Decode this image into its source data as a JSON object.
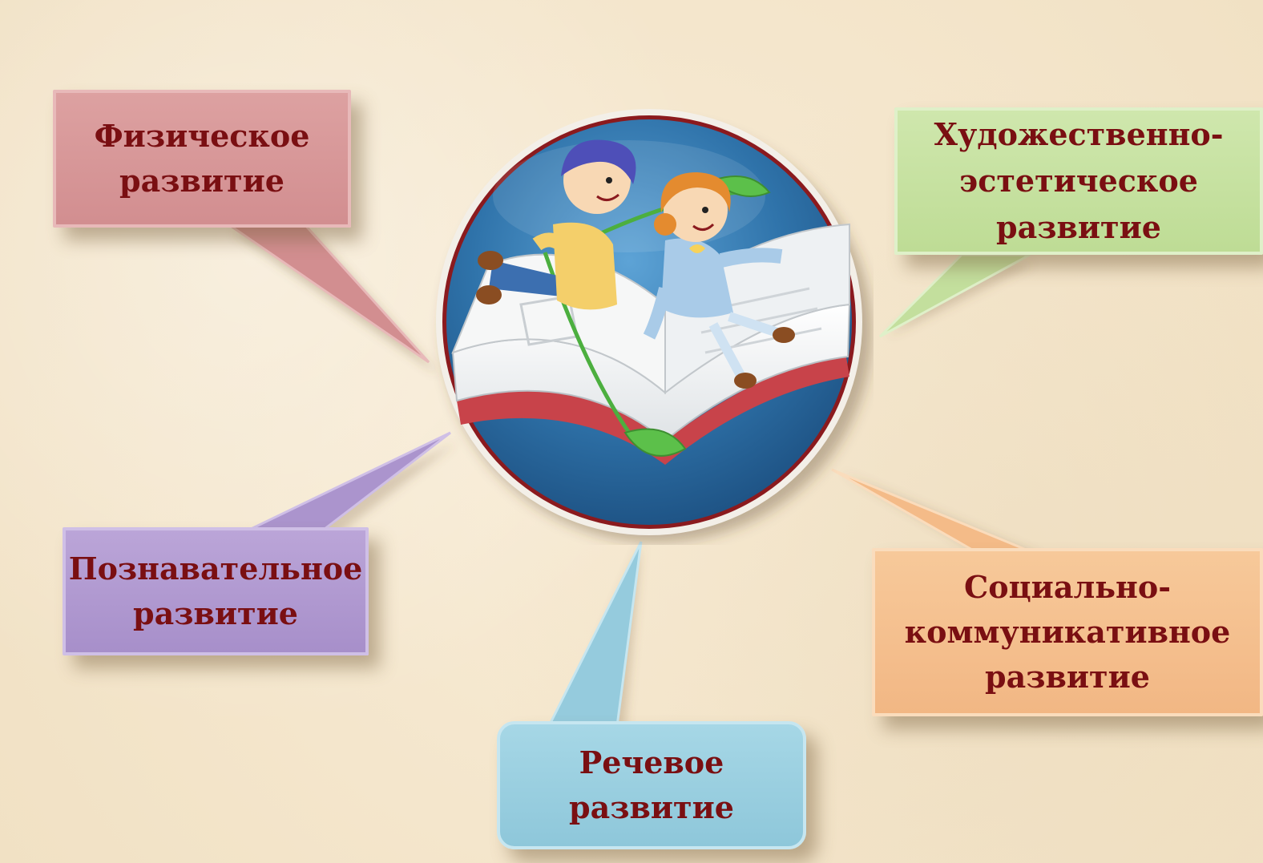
{
  "diagram": {
    "center": {
      "icon": "children-on-book-illustration"
    },
    "areas": [
      {
        "id": "physical",
        "lines": [
          "Физическое",
          "развитие"
        ],
        "color": "#d4908f"
      },
      {
        "id": "artistic",
        "lines": [
          "Художественно-",
          "эстетическое",
          "развитие"
        ],
        "color": "#c3df9d"
      },
      {
        "id": "cognitive",
        "lines": [
          "Познавательное",
          "развитие"
        ],
        "color": "#ab94cd"
      },
      {
        "id": "speech",
        "lines": [
          "Речевое",
          "развитие"
        ],
        "color": "#95cbdd"
      },
      {
        "id": "social",
        "lines": [
          "Социально-",
          "коммуникативное",
          "развитие"
        ],
        "color": "#f4bb88"
      }
    ],
    "text_color": "#7a0f12",
    "circle_color": "#2b6a9c"
  }
}
